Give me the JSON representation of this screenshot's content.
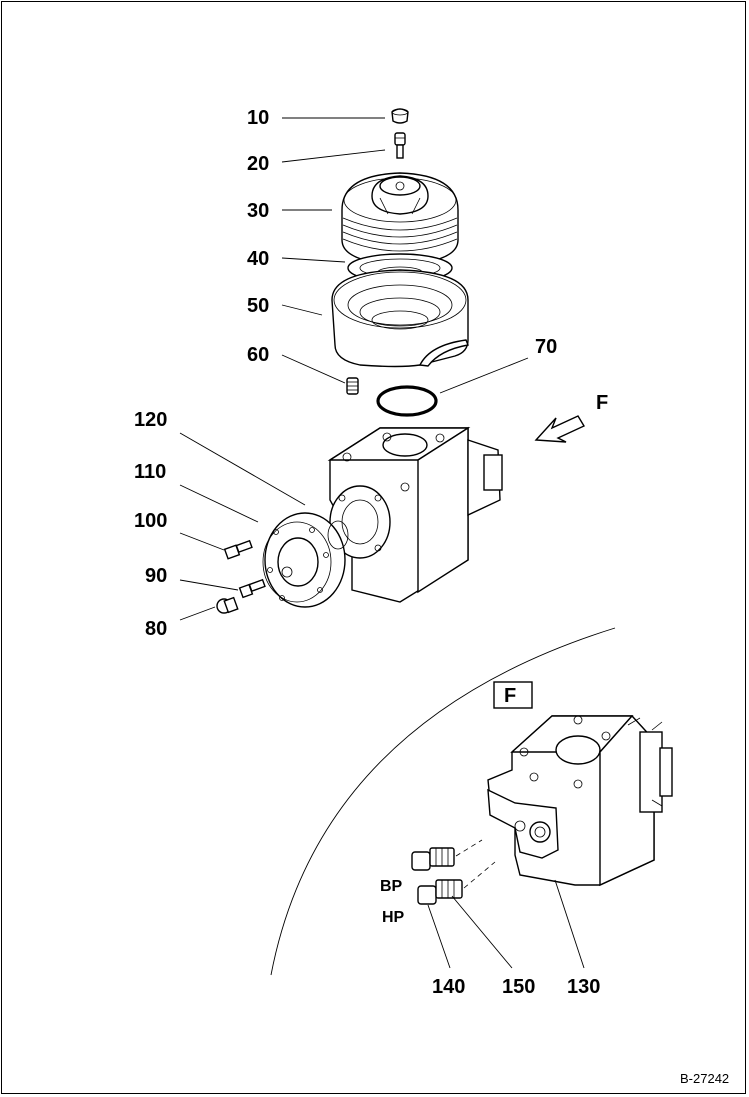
{
  "labels": {
    "p10": "10",
    "p20": "20",
    "p30": "30",
    "p40": "40",
    "p50": "50",
    "p60": "60",
    "p70": "70",
    "p80": "80",
    "p90": "90",
    "p100": "100",
    "p110": "110",
    "p120": "120",
    "p130": "130",
    "p140": "140",
    "p150": "150"
  },
  "view_arrow_label": "F",
  "detail_view_label": "F",
  "port_labels": {
    "bp": "BP",
    "hp": "HP"
  },
  "drawing_code": "B-27242"
}
